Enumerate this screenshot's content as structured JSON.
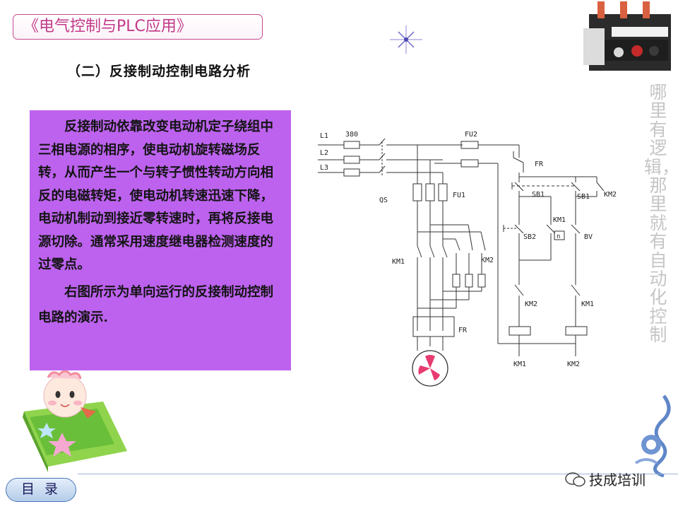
{
  "header": {
    "course_title": "《电气控制与PLC应用》"
  },
  "section": {
    "heading": "（二）反接制动控制电路分析"
  },
  "explanation": {
    "paragraph1": "反接制动依靠改变电动机定子绕组中三相电源的相序，使电动机旋转磁场反转，从而产生一个与转子惯性转动方向相反的电磁转矩，使电动机转速迅速下降，电动机制动到接近零转速时，再将反接电源切除。通常采用速度继电器检测速度的过零点。",
    "paragraph2": "右图所示为单向运行的反接制动控制电路的演示."
  },
  "diagram": {
    "lines": [
      "L1",
      "L2",
      "L3"
    ],
    "voltage": "380",
    "qs": "QS",
    "fu1": "FU1",
    "fu2": "FU2",
    "fr_top": "FR",
    "fr_main": "FR",
    "sb1_left": "SB1",
    "sb1_right": "SB1",
    "km2_hold": "KM2",
    "km1_aux": "KM1",
    "sb2": "SB2",
    "bv": "BV",
    "km1_main": "KM1",
    "km2_main": "KM2",
    "km2_interlock": "KM2",
    "km1_interlock": "KM1",
    "coil_km1": "KM1",
    "coil_km2": "KM2"
  },
  "sidebar": {
    "slogan": "哪里有逻辑，那里就有自动化控制"
  },
  "footer": {
    "menu_label": "目录",
    "watermark": "技成培训"
  },
  "colors": {
    "panel": "#bd62ef",
    "title_border": "#c9488f",
    "title_text": "#c2398a",
    "motor": "#e83b6f"
  }
}
